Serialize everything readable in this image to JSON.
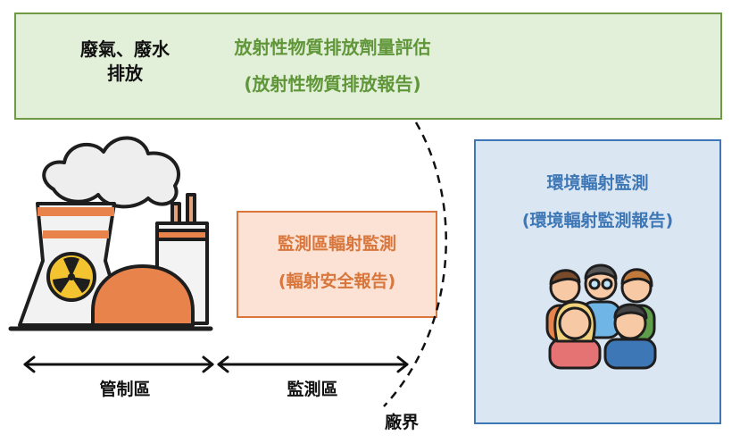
{
  "emission": {
    "label_line1": "廢氣、廢水",
    "label_line2": "排放"
  },
  "assessment": {
    "title": "放射性物質排放劑量評估",
    "subtitle": "(放射性物質排放報告)"
  },
  "monitoring_zone": {
    "title": "監測區輻射監測",
    "subtitle": "(輻射安全報告)"
  },
  "environment": {
    "title": "環境輻射監測",
    "subtitle": "(環境輻射監測報告)"
  },
  "zones": {
    "controlled": "管制區",
    "monitoring": "監測區",
    "boundary": "廠界"
  },
  "colors": {
    "green": "#6f9a45",
    "orange": "#d8763c",
    "blue": "#3e77b6"
  },
  "icons": [
    "nuclear-plant-icon",
    "people-group-icon"
  ]
}
